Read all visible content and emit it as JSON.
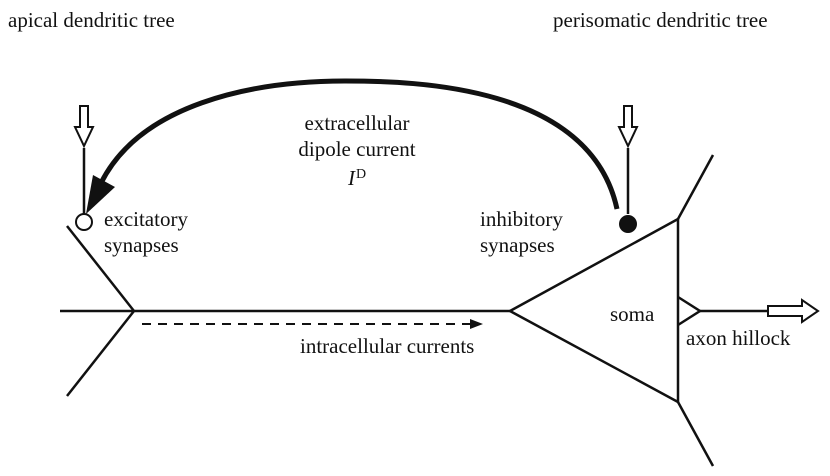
{
  "labels": {
    "apical_tree": "apical dendritic tree",
    "perisomatic_tree": "perisomatic dendritic tree",
    "dipole_line1": "extracellular",
    "dipole_line2": "dipole current",
    "dipole_symbol": "I",
    "dipole_superscript": "D",
    "excitatory_line1": "excitatory",
    "excitatory_line2": "synapses",
    "inhibitory_line1": "inhibitory",
    "inhibitory_line2": "synapses",
    "soma": "soma",
    "axon_hillock": "axon hillock",
    "intracellular": "intracellular currents"
  },
  "colors": {
    "ink": "#111111",
    "background": "#ffffff"
  }
}
